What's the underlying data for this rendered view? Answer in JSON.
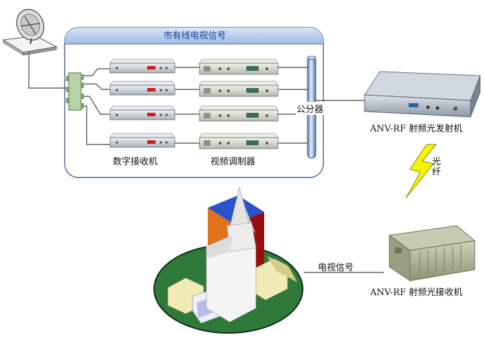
{
  "panel": {
    "title": "市有线电视信号"
  },
  "labels": {
    "receivers": "数字接收机",
    "modulators": "视频调制器",
    "splitter": "公分器",
    "transmitter": "ANV-RF 射频光发射机",
    "fiber": "光纤",
    "receiver_node": "ANV-RF 射频光接收机",
    "tv_signal": "电视信号"
  },
  "icons": [
    "satellite-dish-icon",
    "splitter-icon",
    "receiver-device-icon",
    "modulator-device-icon",
    "combiner-icon",
    "optical-transmitter-icon",
    "lightning-bolt-icon",
    "optical-receiver-icon",
    "town-icon"
  ]
}
